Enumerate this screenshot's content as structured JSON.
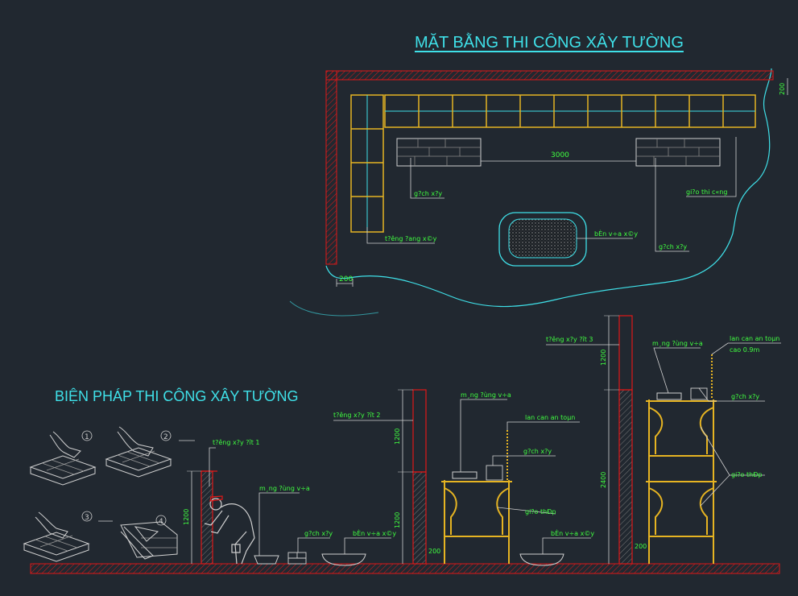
{
  "titles": {
    "plan": "MẶT BẰNG THI CÔNG XÂY TƯỜNG",
    "section": "BIỆN PHÁP THI CÔNG XÂY TƯỜNG"
  },
  "plan": {
    "dim_3000": "3000",
    "dim_200_bottom": "200",
    "dim_200_right": "200",
    "label_gach_left": "g?ch x?y",
    "label_gian_thi_cong": "gi?o thi c«ng",
    "label_tuong_dang_xay": "t?êng ?ang x©y",
    "label_ban_vua": "bÈn v÷a x©y",
    "label_gach_right": "g?ch x?y"
  },
  "section": {
    "steps": [
      "1",
      "2",
      "3",
      "4"
    ],
    "label_tuong_dot1": "t?êng x?y ?ît 1",
    "label_tuong_dot2": "t?êng x?y ?ît 2",
    "label_tuong_dot3": "t?êng x?y ?ît 3",
    "label_mang_vua_1": "m¸ng ?ùng v÷a",
    "label_mang_vua_2": "m¸ng ?ùng v÷a",
    "label_mang_vua_3": "m¸ng ?ùng v÷a",
    "label_gach_1": "g?ch x?y",
    "label_gach_2": "g?ch x?y",
    "label_gach_3": "g?ch x?y",
    "label_ban_vua_1": "bÈn v÷a x©y",
    "label_ban_vua_2": "bÈn v÷a x©y",
    "label_lan_can_1": "lan can an toµn",
    "label_lan_can_2": "lan can an toµn",
    "label_cao": "cao 0.9m",
    "label_gian_1": "gi?o thÐp",
    "label_gian_2": "gi?o thÐp",
    "dim_1200_a": "1200",
    "dim_1200_b": "1200",
    "dim_1200_c": "1200",
    "dim_1200_d": "1200",
    "dim_2400": "2400",
    "dim_200_a": "200",
    "dim_200_b": "200"
  },
  "colors": {
    "background": "#212830",
    "cyan": "#3fe0e8",
    "green": "#40ff40",
    "yellow": "#e6b422",
    "red": "#e01818",
    "white": "#d0d0d0",
    "grey": "#8a8a8a"
  }
}
